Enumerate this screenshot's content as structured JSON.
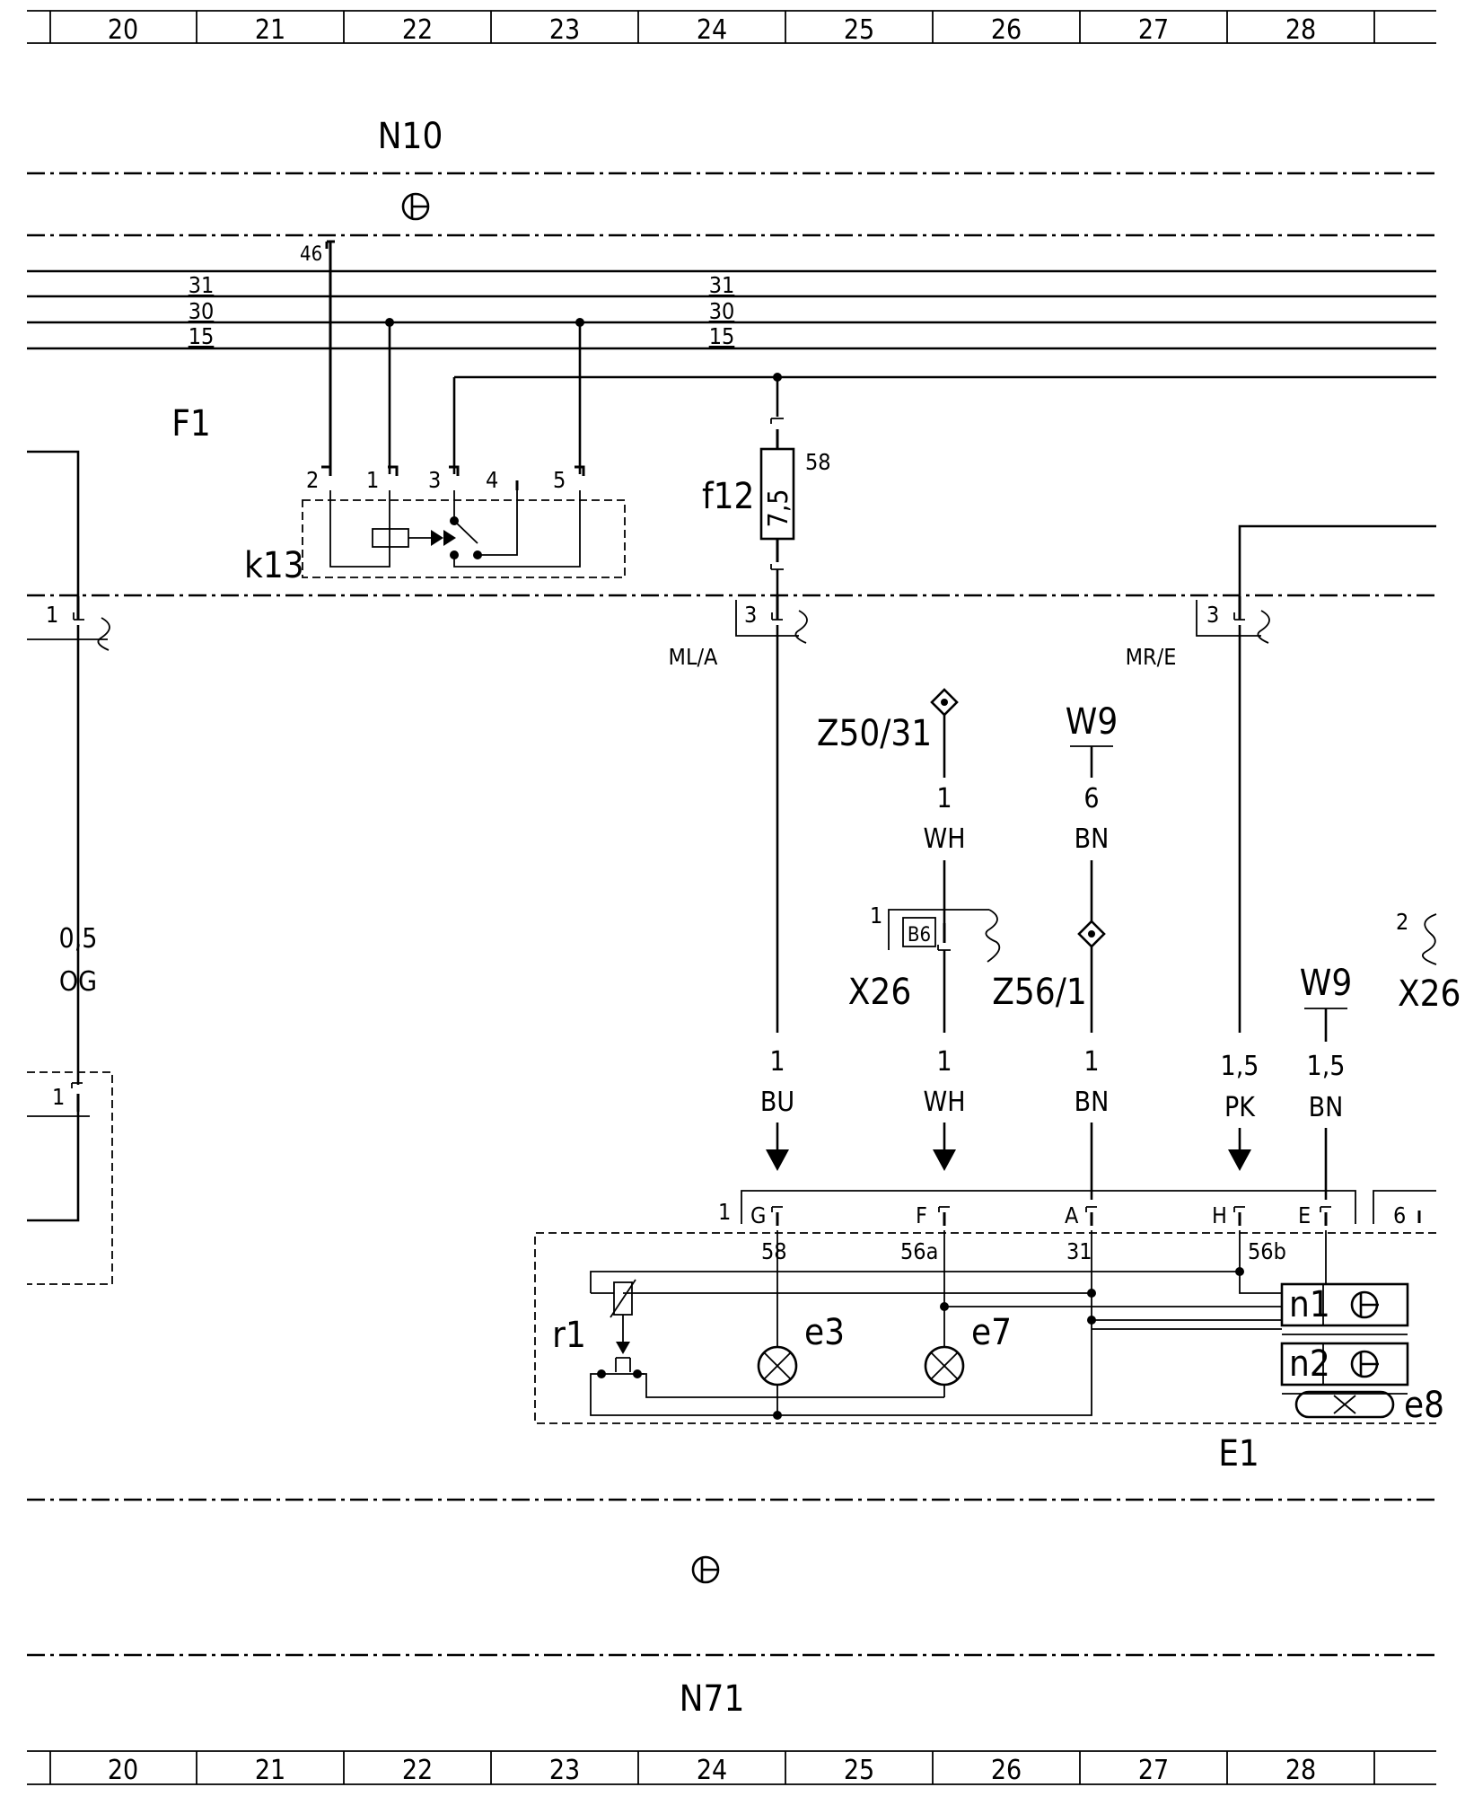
{
  "grid": {
    "columns": [
      "20",
      "21",
      "22",
      "23",
      "24",
      "25",
      "26",
      "27",
      "28"
    ]
  },
  "modules": {
    "top": "N10",
    "bottom": "N71",
    "fusebox": "F1",
    "relay": "k13",
    "light_unit": "E1"
  },
  "bus": {
    "lines": [
      "31",
      "30",
      "15"
    ],
    "feed_pin": "46"
  },
  "relay_pins": [
    "2",
    "1",
    "3",
    "4",
    "5"
  ],
  "fuse": {
    "id": "f12",
    "rating": "7,5",
    "number": "58"
  },
  "connectors": {
    "left_pin": "1",
    "left_lower_pin": "1",
    "ml_pin": "3",
    "ml_label": "ML/A",
    "mr_pin": "3",
    "mr_label": "MR/E",
    "x26": "X26",
    "x26_pin": "1",
    "x26_tag": "B6",
    "x26_right": "X26",
    "x26_right_pin": "2",
    "e1_plug_pin": "1",
    "e1_right_pin": "6"
  },
  "splices": {
    "z50": "Z50/31",
    "z56": "Z56/1"
  },
  "grounds": {
    "w9_top": "W9",
    "w9_right": "W9"
  },
  "wires": {
    "og": {
      "size": "0,5",
      "color": "OG"
    },
    "z50_wire": {
      "size": "1",
      "color": "WH"
    },
    "w9_wire": {
      "size": "6",
      "color": "BN"
    },
    "bu": {
      "size": "1",
      "color": "BU"
    },
    "wh": {
      "size": "1",
      "color": "WH"
    },
    "bn": {
      "size": "1",
      "color": "BN"
    },
    "pk": {
      "size": "1,5",
      "color": "PK"
    },
    "bn15": {
      "size": "1,5",
      "color": "BN"
    }
  },
  "plug_pins": [
    "G",
    "F",
    "A",
    "H",
    "E"
  ],
  "terminals": [
    "58",
    "56a",
    "31",
    "56b"
  ],
  "components": {
    "r1": "r1",
    "e3": "e3",
    "e7": "e7",
    "n1": "n1",
    "n2": "n2",
    "e8": "e8"
  }
}
